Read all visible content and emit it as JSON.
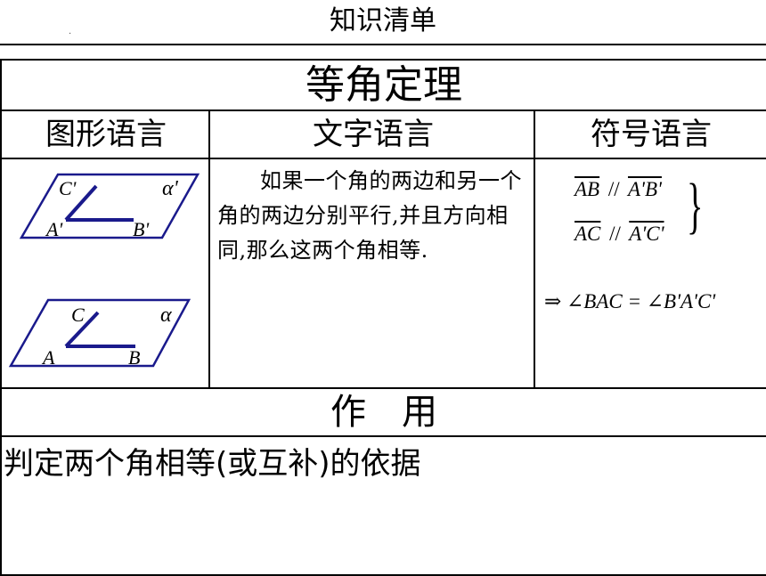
{
  "header": {
    "title": "知识清单"
  },
  "table": {
    "theorem_title": "等角定理",
    "columns": [
      "图形语言",
      "文字语言",
      "符号语言"
    ],
    "text_statement": "如果一个角的两边和另一个角的两边分别平行,并且方向相同,那么这两个角相等.",
    "figure_top": {
      "labels": {
        "c": "C'",
        "a": "A'",
        "b": "B'",
        "plane": "α'"
      }
    },
    "figure_bottom": {
      "labels": {
        "c": "C",
        "a": "A",
        "b": "B",
        "plane": "α"
      }
    },
    "symbols": {
      "line1_left": "AB",
      "line1_op": "//",
      "line1_right": "A'B'",
      "line2_left": "AC",
      "line2_op": "//",
      "line2_right": "A'C'",
      "conclusion": "⇒ ∠BAC = ∠B'A'C'"
    },
    "usage_title": "作　用",
    "usage_text": "判定两个角相等(或互补)的依据"
  },
  "colors": {
    "figure_stroke": "#1a1a8c",
    "text": "#000000",
    "border": "#000000"
  }
}
